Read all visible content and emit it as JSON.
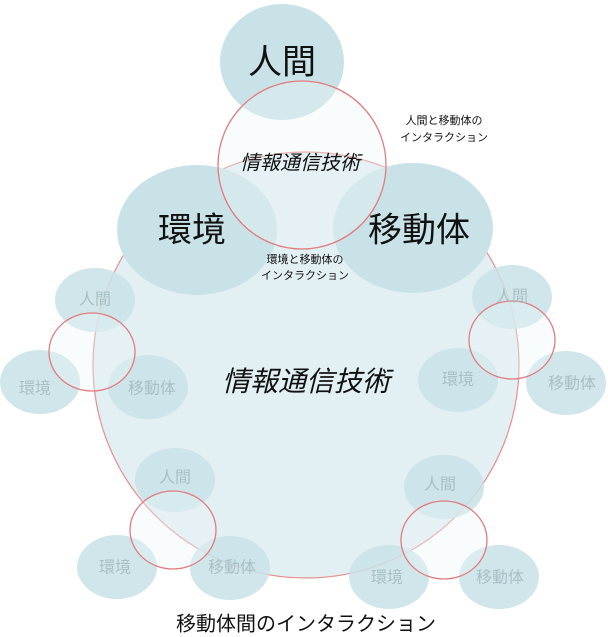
{
  "center": {
    "human": "人間",
    "environment": "環境",
    "mobile": "移動体",
    "ict": "情報通信技術",
    "human_mobile_line1": "人間と移動体の",
    "human_mobile_line2": "インタラクション",
    "env_mobile_line1": "環境と移動体の",
    "env_mobile_line2": "インタラクション"
  },
  "big_circle_label": "情報通信技術",
  "groups": [
    {
      "human": "人間",
      "environment": "環境",
      "mobile": "移動体"
    },
    {
      "human": "人間",
      "environment": "環境",
      "mobile": "移動体"
    },
    {
      "human": "人間",
      "environment": "環境",
      "mobile": "移動体"
    },
    {
      "human": "人間",
      "environment": "環境",
      "mobile": "移動体"
    }
  ],
  "caption": "移動体間のインタラクション",
  "colors": {
    "ellipse": "#c9e2e8",
    "big_circle": "#e2eff3",
    "ring": "#e07c80"
  }
}
